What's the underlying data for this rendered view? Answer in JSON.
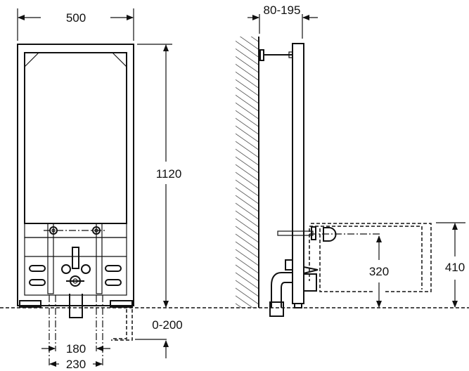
{
  "front_view": {
    "width_label": "500",
    "height_label": "1120",
    "floor_offset_label": "0-200",
    "inner_spacing_label": "180",
    "outer_spacing_label": "230"
  },
  "side_view": {
    "depth_label": "80-195",
    "outlet_height_label": "320",
    "bidet_height_label": "410"
  }
}
